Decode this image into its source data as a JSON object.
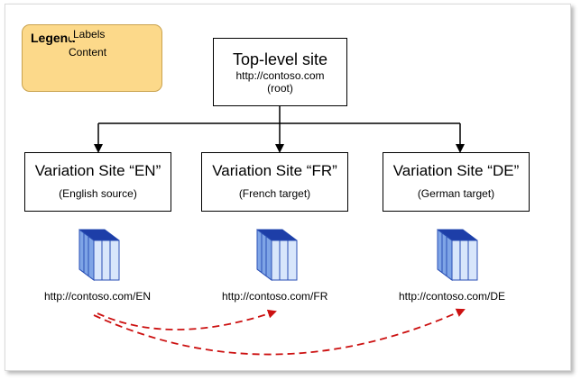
{
  "legend": {
    "title": "Legend",
    "labels_text": "Labels",
    "content_text": "Content",
    "colors": {
      "labels_line": "#000000",
      "content_line": "#cc1111"
    }
  },
  "top_site": {
    "title": "Top-level site",
    "url": "http://contoso.com",
    "note": "(root)"
  },
  "variations": [
    {
      "title": "Variation Site “EN”",
      "subtitle": "(English source)",
      "url": "http://contoso.com/EN"
    },
    {
      "title": "Variation Site “FR”",
      "subtitle": "(French target)",
      "url": "http://contoso.com/FR"
    },
    {
      "title": "Variation Site “DE”",
      "subtitle": "(German target)",
      "url": "http://contoso.com/DE"
    }
  ],
  "icons": {
    "site": "site-library-icon"
  }
}
